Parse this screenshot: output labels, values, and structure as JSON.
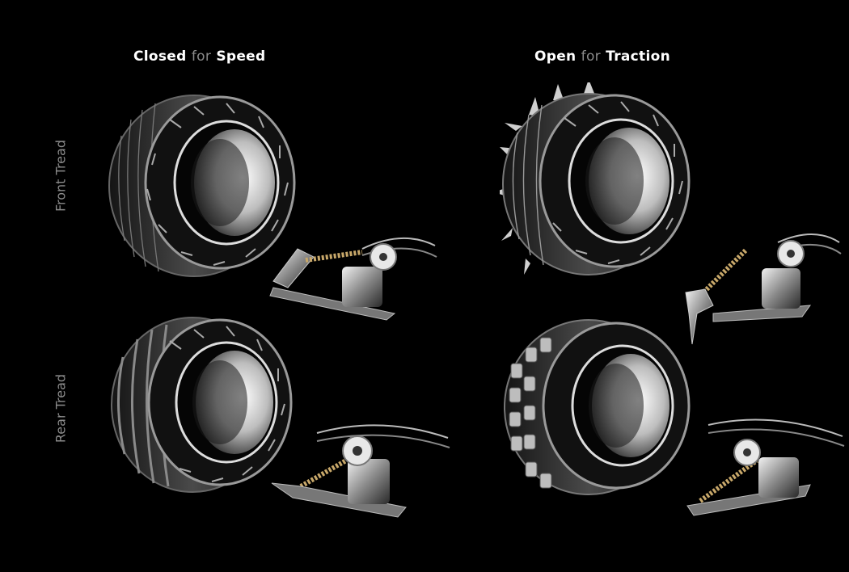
{
  "headings": {
    "left": {
      "a": "Closed",
      "b": "for",
      "c": "Speed"
    },
    "right": {
      "a": "Open",
      "b": "for",
      "c": "Traction"
    }
  },
  "row_labels": {
    "front": "Front Tread",
    "rear": "Rear Tread"
  },
  "icons": [
    "closed-front-tire",
    "open-front-tire",
    "closed-rear-tire",
    "open-rear-tire",
    "suspension-mechanism"
  ]
}
